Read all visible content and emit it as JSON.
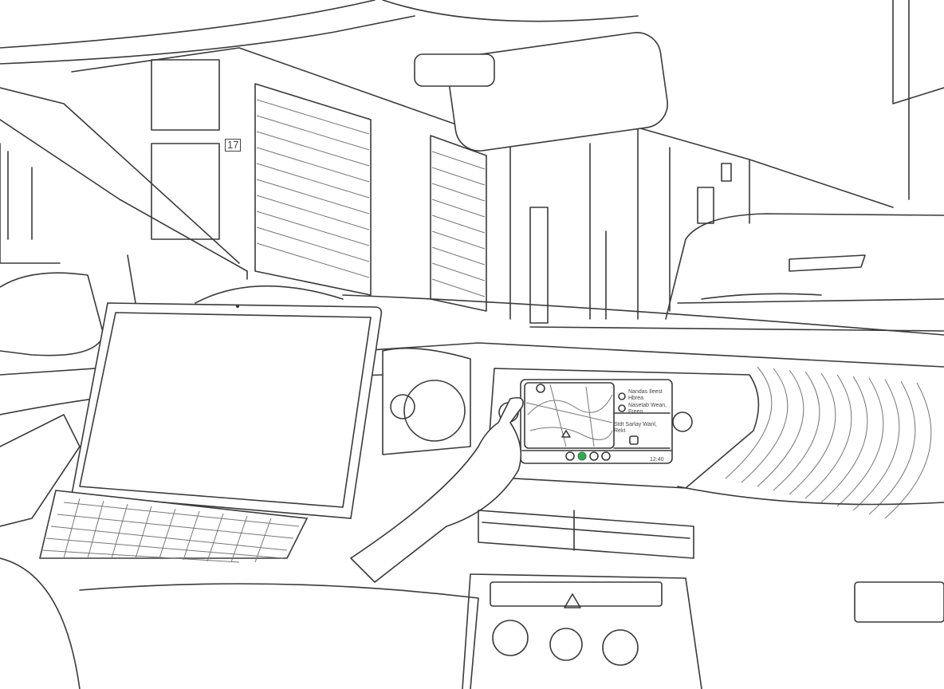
{
  "scene": {
    "building_number": "17",
    "infotainment": {
      "list_items": [
        {
          "title": "Nandas Ileest",
          "subtitle": "Hbrea"
        },
        {
          "title": "Nasetab Wean,",
          "subtitle": "Freen"
        },
        {
          "title": "Stdt Sarlay Wanl,",
          "subtitle": "Rekt"
        }
      ],
      "status_time": "12:40",
      "accent_color": "#3aa655"
    }
  }
}
